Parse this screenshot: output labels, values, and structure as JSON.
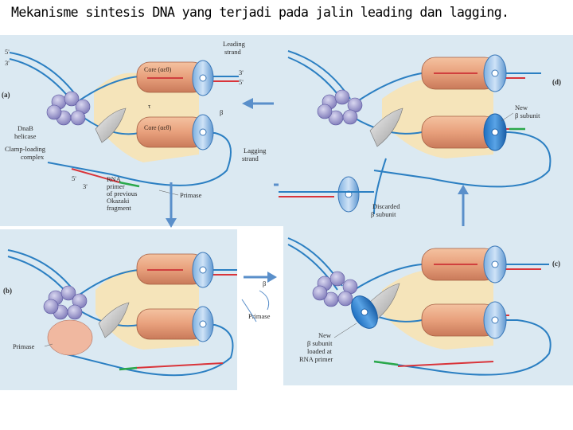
{
  "title": "Mekanisme sintesis DNA yang terjadi pada jalin leading dan lagging.",
  "panel_a": {
    "tag": "(a)",
    "prime5_top": "5'",
    "prime3_top": "3'",
    "leading_strand": [
      "Leading",
      "strand"
    ],
    "core_top": "Core (αεθ)",
    "core_bottom": "Core (αεθ)",
    "prime3_right": "3'",
    "prime5_right": "5'",
    "tau": "τ",
    "beta": "β",
    "dnab_helicase": [
      "DnaB",
      "helicase"
    ],
    "clamp_loading": [
      "Clamp-loading",
      "complex"
    ],
    "lagging_strand": [
      "Lagging",
      "strand"
    ],
    "prime5_bottom": "5'",
    "prime3_bottom": "3'",
    "rna_primer": [
      "RNA",
      "primer",
      "of previous",
      "Okazaki",
      "fragment"
    ],
    "primase": "Primase"
  },
  "panel_b": {
    "tag": "(b)",
    "primase": "Primase"
  },
  "panel_c": {
    "tag": "(c)",
    "new_beta": [
      "New",
      "β subunit",
      "loaded at",
      "RNA primer"
    ]
  },
  "panel_d": {
    "tag": "(d)",
    "new_beta": [
      "New",
      "β subunit"
    ],
    "discarded_beta": [
      "Discarded",
      "β subunit"
    ]
  },
  "between": {
    "beta": "β",
    "primase": "Primase"
  }
}
